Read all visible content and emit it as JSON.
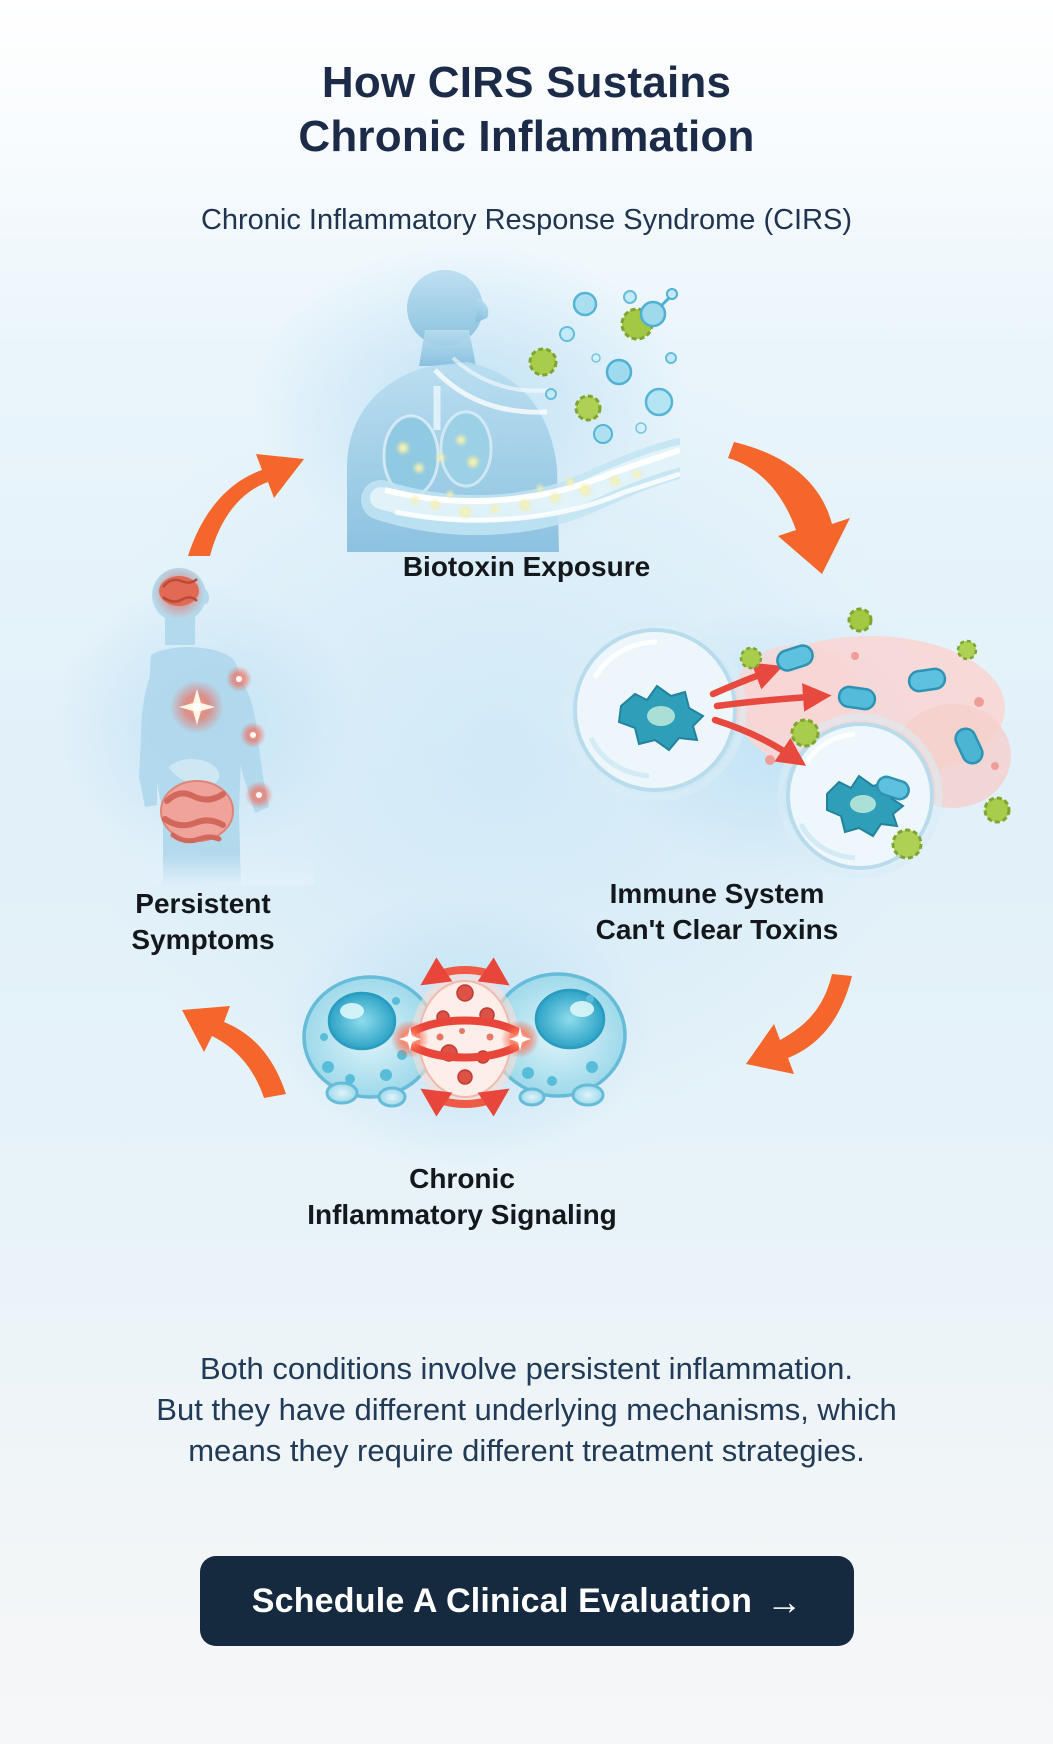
{
  "header": {
    "title_line1": "How CIRS Sustains",
    "title_line2": "Chronic Inflammation",
    "subtitle": "Chronic Inflammatory Response Syndrome (CIRS)"
  },
  "cycle": {
    "arrow_color": "#F4662B",
    "stages": [
      {
        "key": "biotoxin-exposure",
        "label_line1": "Biotoxin Exposure"
      },
      {
        "key": "immune-system-cant-clear-toxins",
        "label_line1": "Immune System",
        "label_line2": "Can't Clear Toxins"
      },
      {
        "key": "chronic-inflammatory-signaling",
        "label_line1": "Chronic",
        "label_line2": "Inflammatory Signaling"
      },
      {
        "key": "persistent-symptoms",
        "label_line1": "Persistent",
        "label_line2": "Symptoms"
      }
    ]
  },
  "summary": {
    "line1": "Both conditions involve persistent inflammation.",
    "line2": "But they have different underlying mechanisms, which",
    "line3": "means they require different treatment strategies."
  },
  "cta": {
    "label": "Schedule A Clinical Evaluation",
    "arrow": "→",
    "background": "#15293F",
    "text_color": "#FFFFFF"
  },
  "colors": {
    "title_navy": "#1C2B48",
    "label_dark": "#14181D",
    "accent_orange": "#F4662B",
    "background_tint": "#E1F0F9"
  }
}
